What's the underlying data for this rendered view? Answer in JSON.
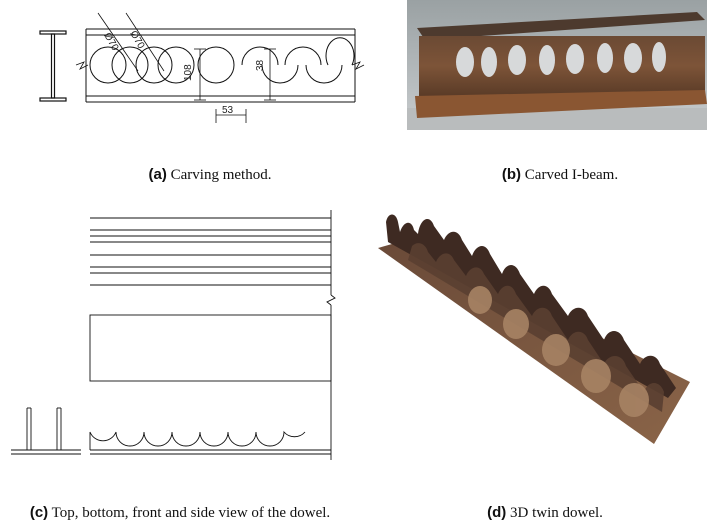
{
  "figure": {
    "panels": [
      {
        "id": "a",
        "label": "(a)",
        "caption": "Carving method."
      },
      {
        "id": "b",
        "label": "(b)",
        "caption": "Carved I-beam."
      },
      {
        "id": "c",
        "label": "(c)",
        "caption": "Top, bottom, front and side view of the dowel."
      },
      {
        "id": "d",
        "label": "(d)",
        "caption": "3D twin dowel."
      }
    ],
    "dimensions": {
      "diameter_1": "Ø70",
      "diameter_2": "Ø70",
      "height": "108",
      "depth": "38",
      "pitch": "53"
    }
  }
}
